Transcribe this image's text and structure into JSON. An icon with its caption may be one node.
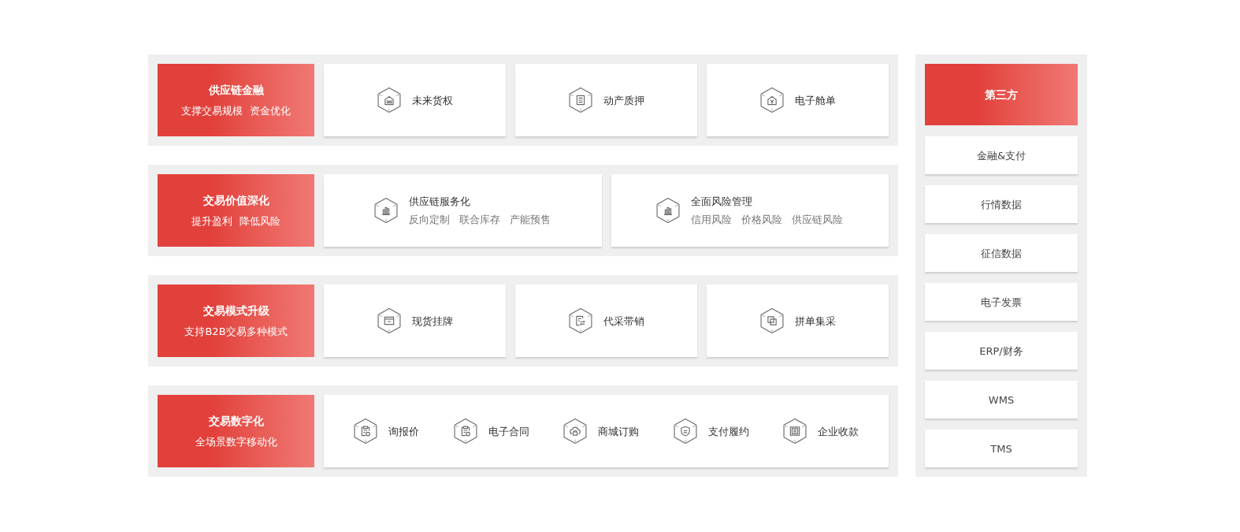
{
  "diagram": {
    "nodes": [
      {
        "text": [],
        "shape": "band"
      },
      {
        "text": [
          "供应链金融",
          "支撑交易规模 资金优化"
        ],
        "in": 0
      },
      {
        "text": [
          "未来货权"
        ],
        "in": 0
      },
      {
        "text": [
          "动产质押"
        ],
        "in": 0
      },
      {
        "text": [
          "电子舱单"
        ],
        "in": 0
      },
      {
        "text": [],
        "shape": "band"
      },
      {
        "text": [
          "交易价值深化",
          "提升盈利 降低风险"
        ],
        "in": 5
      },
      {
        "text": [
          "供应链服务化",
          "反向定制 联合库存 产能预售"
        ],
        "in": 5
      },
      {
        "text": [
          "全面风险管理",
          "信用风险 价格风险 供应链风险"
        ],
        "in": 5
      },
      {
        "text": [],
        "shape": "band"
      },
      {
        "text": [
          "交易模式升级",
          "支持B2B交易多种模式"
        ],
        "in": 9
      },
      {
        "text": [
          "现货挂牌"
        ],
        "in": 9
      },
      {
        "text": [
          "代采带销"
        ],
        "in": 9
      },
      {
        "text": [
          "拼单集采"
        ],
        "in": 9
      },
      {
        "text": [],
        "shape": "band"
      },
      {
        "text": [
          "交易数字化",
          "全场景数字移动化"
        ],
        "in": 14
      },
      {
        "text": [
          "询报价",
          "电子合同",
          "商城订购",
          "支付履约",
          "企业收款"
        ],
        "in": 14
      },
      {
        "text": [],
        "shape": "band"
      },
      {
        "text": [
          "第三方"
        ],
        "in": 17
      },
      {
        "text": [
          "金融&支付"
        ],
        "in": 17
      },
      {
        "text": [
          "行情数据"
        ],
        "in": 17
      },
      {
        "text": [
          "征信数据"
        ],
        "in": 17
      },
      {
        "text": [
          "电子发票"
        ],
        "in": 17
      },
      {
        "text": [
          "ERP/财务"
        ],
        "in": 17
      },
      {
        "text": [
          "WMS"
        ],
        "in": 17
      },
      {
        "text": [
          "TMS"
        ],
        "in": 17
      }
    ],
    "edges": []
  }
}
